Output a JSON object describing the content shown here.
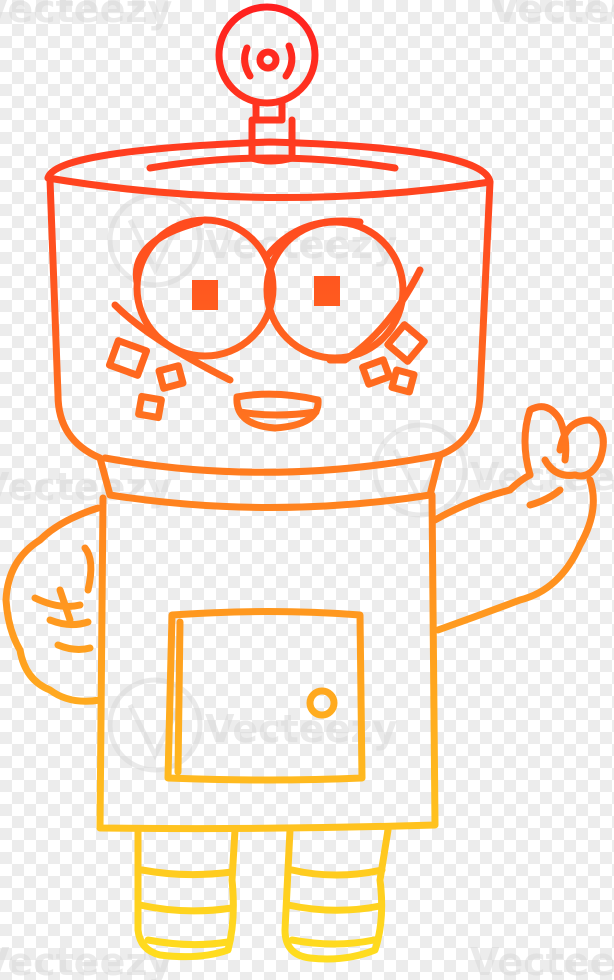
{
  "artwork": {
    "subject": "robot",
    "style": "outline-drawing",
    "gradient": {
      "from": "#ff1f1f",
      "to": "#ffe11f",
      "direction": "top-to-bottom"
    }
  },
  "watermark": {
    "text": "Vecteezy",
    "color": "#d9d9d9"
  }
}
